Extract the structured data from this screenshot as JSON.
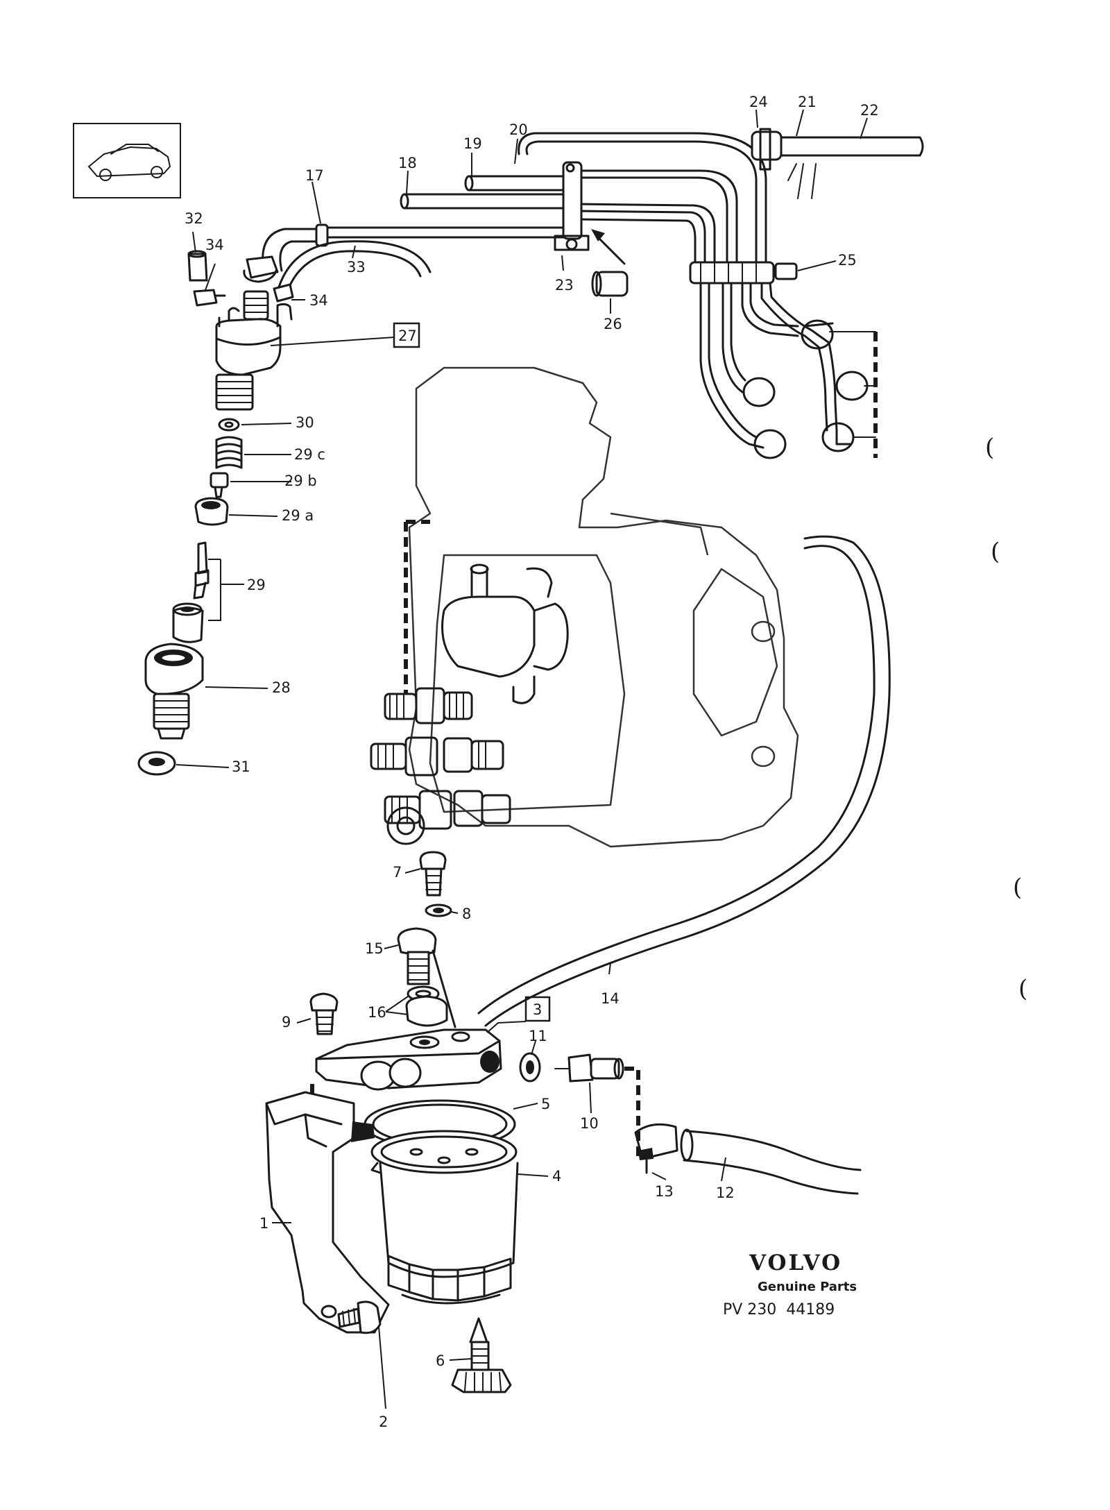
{
  "callouts": {
    "c1": "1",
    "c2": "2",
    "c3": "3",
    "c4": "4",
    "c5": "5",
    "c6": "6",
    "c7": "7",
    "c8": "8",
    "c9": "9",
    "c10": "10",
    "c11": "11",
    "c12": "12",
    "c13": "13",
    "c14": "14",
    "c15": "15",
    "c16": "16",
    "c17": "17",
    "c18": "18",
    "c19": "19",
    "c20": "20",
    "c21": "21",
    "c22": "22",
    "c23": "23",
    "c24": "24",
    "c25": "25",
    "c26": "26",
    "c27": "27",
    "c28": "28",
    "c29": "29",
    "c29a": "29 a",
    "c29b": "29 b",
    "c29c": "29 c",
    "c30": "30",
    "c31": "31",
    "c32": "32",
    "c33": "33",
    "c34a": "34",
    "c34b": "34"
  },
  "brand": {
    "logo": "VOLVO",
    "tagline": "Genuine Parts",
    "reference": "PV 230  44189"
  },
  "margin_marks": [
    "(",
    "(",
    "(",
    "("
  ],
  "icons": {
    "vehicle_thumbnail": "car-icon"
  }
}
